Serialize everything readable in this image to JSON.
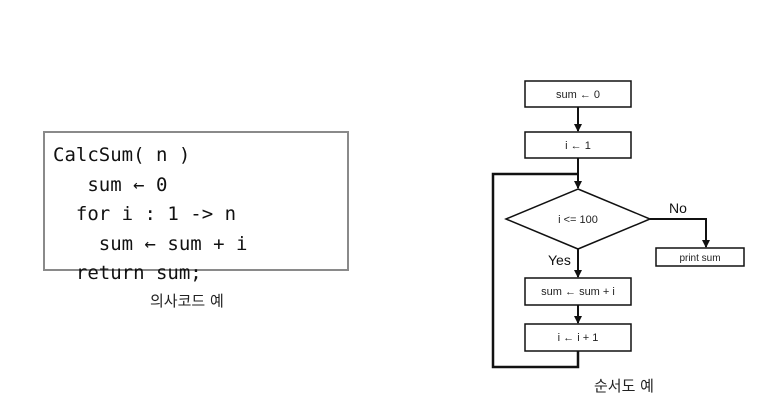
{
  "pseudocode": {
    "lines": [
      "CalcSum( n )",
      "   sum ← 0",
      "  for i : 1 -> n",
      "    sum ← sum + i",
      "  return sum;"
    ],
    "caption": "의사코드 예"
  },
  "flowchart": {
    "init_sum": "sum ← 0",
    "init_i": "i ← 1",
    "condition": "i <= 100",
    "no_label": "No",
    "yes_label": "Yes",
    "print_box": "print sum",
    "update_sum": "sum ← sum + i",
    "increment": "i ← i + 1",
    "caption": "순서도 예"
  }
}
